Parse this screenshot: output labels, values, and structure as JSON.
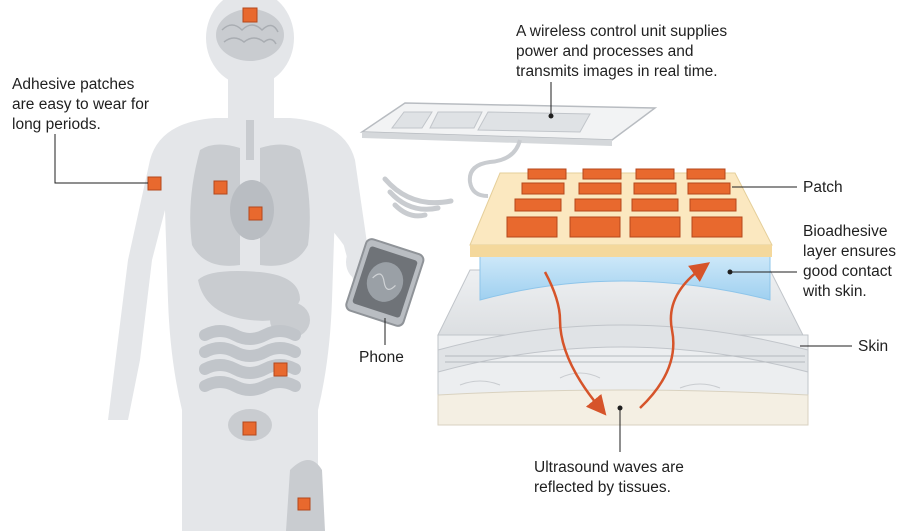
{
  "labels": {
    "adhesive": "Adhesive patches\nare easy to wear for\nlong periods.",
    "control_unit": "A wireless control unit supplies\npower and processes and\ntransmits images in real time.",
    "patch": "Patch",
    "bioadhesive": "Bioadhesive\nlayer ensures\ngood contact\nwith skin.",
    "skin": "Skin",
    "phone": "Phone",
    "ultrasound": "Ultrasound waves are\nreflected by tissues."
  },
  "colors": {
    "patch_orange": "#e8692e",
    "patch_orange_dark": "#b4481c",
    "body_gray": "#e4e6e9",
    "organ_gray": "#c9ccd0",
    "bioadhesive_blue": "#cfe8f8",
    "patch_base": "#fbe8c0",
    "arrow": "#d6542a"
  }
}
